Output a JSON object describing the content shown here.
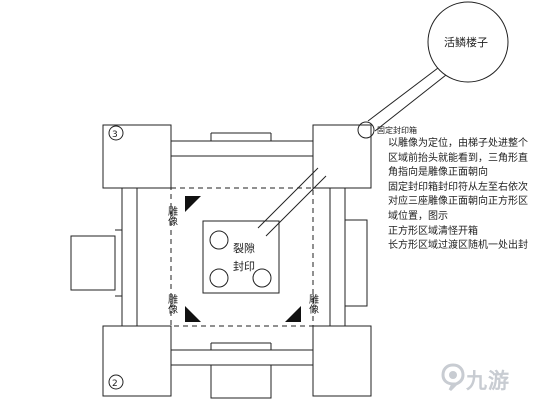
{
  "labels": {
    "stairs": "活鳞楼子",
    "fixed_box": "固定封印箱",
    "cracked_seal_line1": "裂隙",
    "cracked_seal_line2": "封印",
    "statue": "雕像",
    "room_number_3": "3",
    "room_number_2": "2"
  },
  "notes": [
    "以雕像为定位，由梯子处进整个",
    "区域前抬头就能看到，三角形直",
    "角指向是雕像正面朝向",
    "固定封印箱封印符从左至右依次",
    "对应三座雕像正面朝向正方形区",
    "域位置，图示",
    "正方形区域清怪开箱",
    "长方形区域过渡区随机一处出封"
  ],
  "watermark": "九游",
  "colors": {
    "line": "#222222",
    "triangle": "#111111",
    "watermark": "#c8ccd2"
  },
  "icons": {
    "statue_marker": "filled-triangle",
    "watermark_logo": "nine-game-logo"
  }
}
